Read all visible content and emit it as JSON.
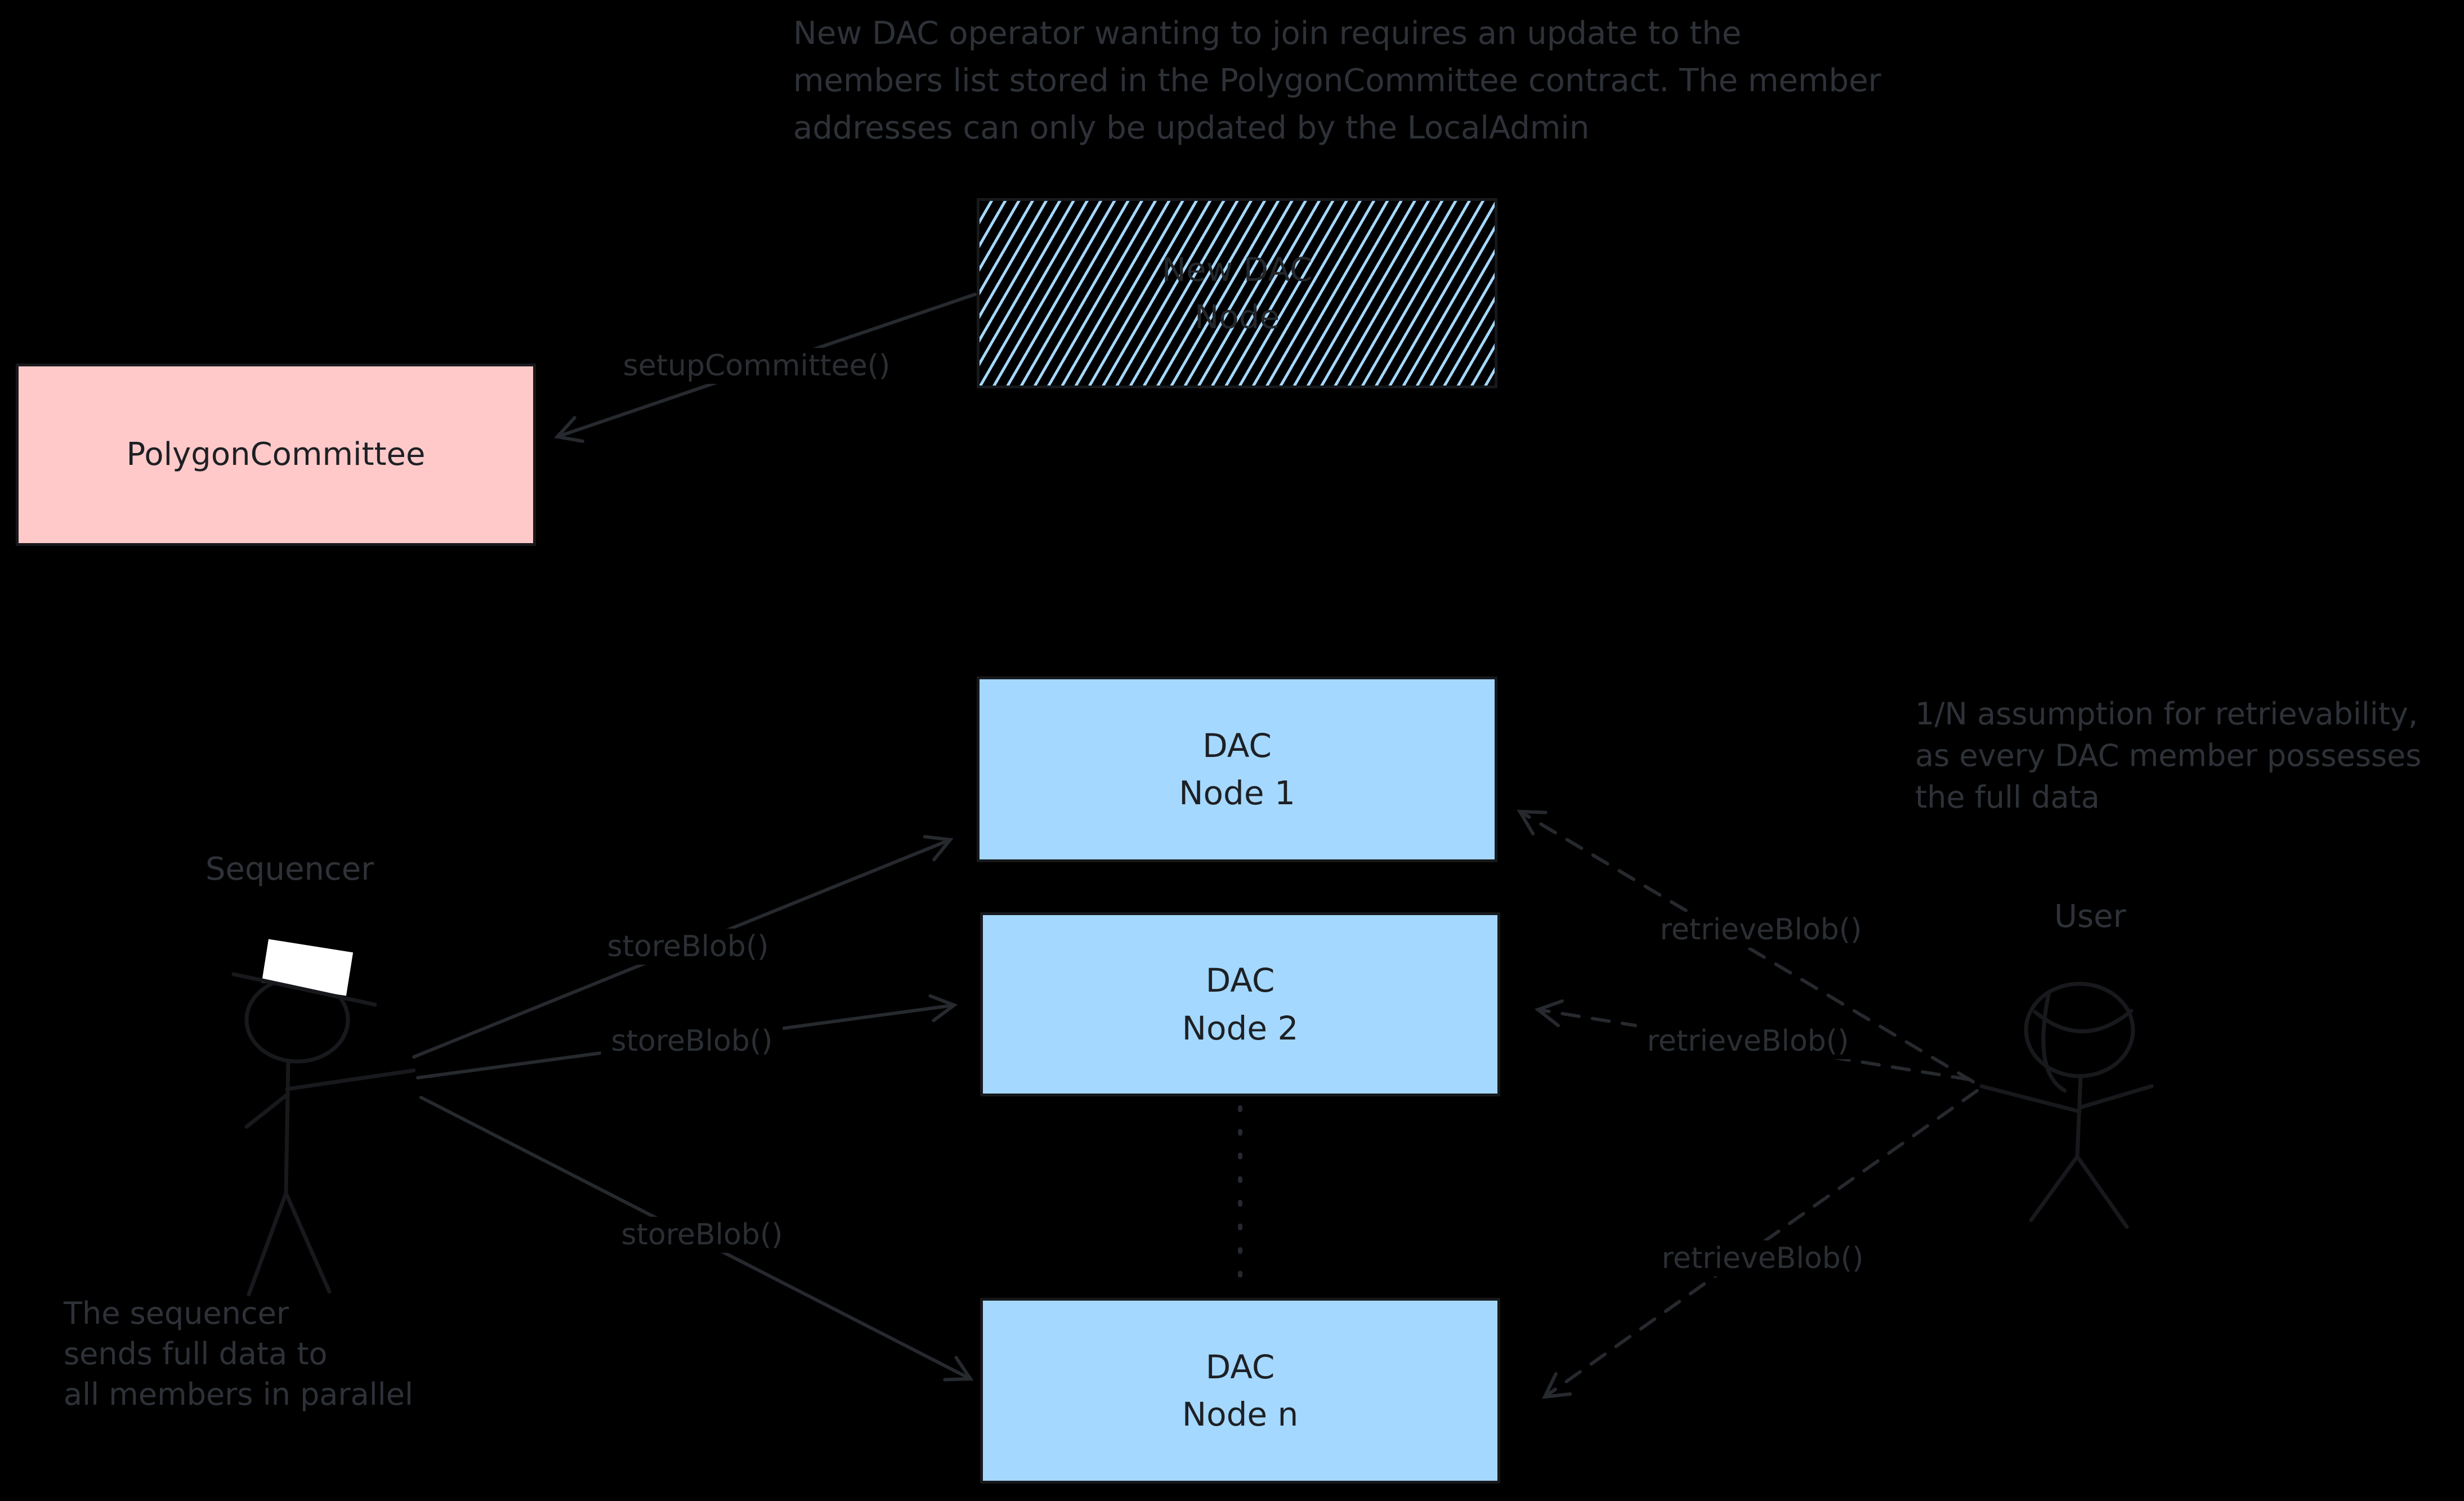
{
  "colors": {
    "background": "#000000",
    "box_pink": "#ffc9c9",
    "box_blue": "#a5d8ff",
    "stroke_dark": "#17191c",
    "arrow": "#26292e",
    "text_box": "#1d2024",
    "text_annotation": "#2e3238",
    "text_label": "#2b2f34",
    "hat_white": "#ffffff"
  },
  "annotations": {
    "top_note": {
      "lines": [
        "New DAC operator wanting to join requires an update to the",
        "members list stored in the PolygonCommittee contract. The member",
        "addresses can only be updated by the LocalAdmin"
      ]
    },
    "retrievability_note": {
      "lines": [
        "1/N assumption for retrievability,",
        "as every DAC member possesses",
        "the full data"
      ]
    },
    "sequencer_note": {
      "lines": [
        "The sequencer",
        "sends full data to",
        "all members in parallel"
      ]
    }
  },
  "actors": {
    "sequencer_label": "Sequencer",
    "user_label": "User"
  },
  "boxes": {
    "new_dac_node": {
      "line1": "New DAC",
      "line2": "Node"
    },
    "polygon_committee": {
      "label": "PolygonCommittee"
    },
    "dac_node_1": {
      "line1": "DAC",
      "line2": "Node 1"
    },
    "dac_node_2": {
      "line1": "DAC",
      "line2": "Node 2"
    },
    "dac_node_n": {
      "line1": "DAC",
      "line2": "Node n"
    }
  },
  "edge_labels": {
    "setup_committee": "setupCommittee()",
    "store_blob_1": "storeBlob()",
    "store_blob_2": "storeBlob()",
    "store_blob_3": "storeBlob()",
    "retrieve_blob_1": "retrieveBlob()",
    "retrieve_blob_2": "retrieveBlob()",
    "retrieve_blob_3": "retrieveBlob()"
  }
}
